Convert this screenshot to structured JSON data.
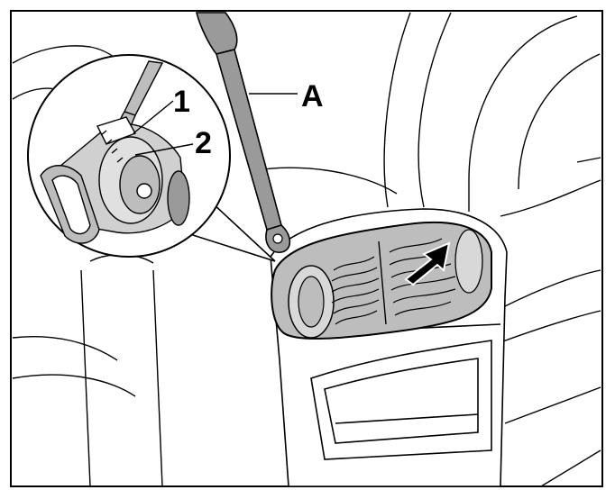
{
  "callouts": {
    "tool": "A",
    "part_1": "1",
    "part_2": "2"
  },
  "colors": {
    "line": "#000000",
    "background": "#ffffff",
    "tool_fill": "#9a9a9a",
    "vent_fill": "#bdbdbd",
    "arrow_fill": "#000000"
  }
}
